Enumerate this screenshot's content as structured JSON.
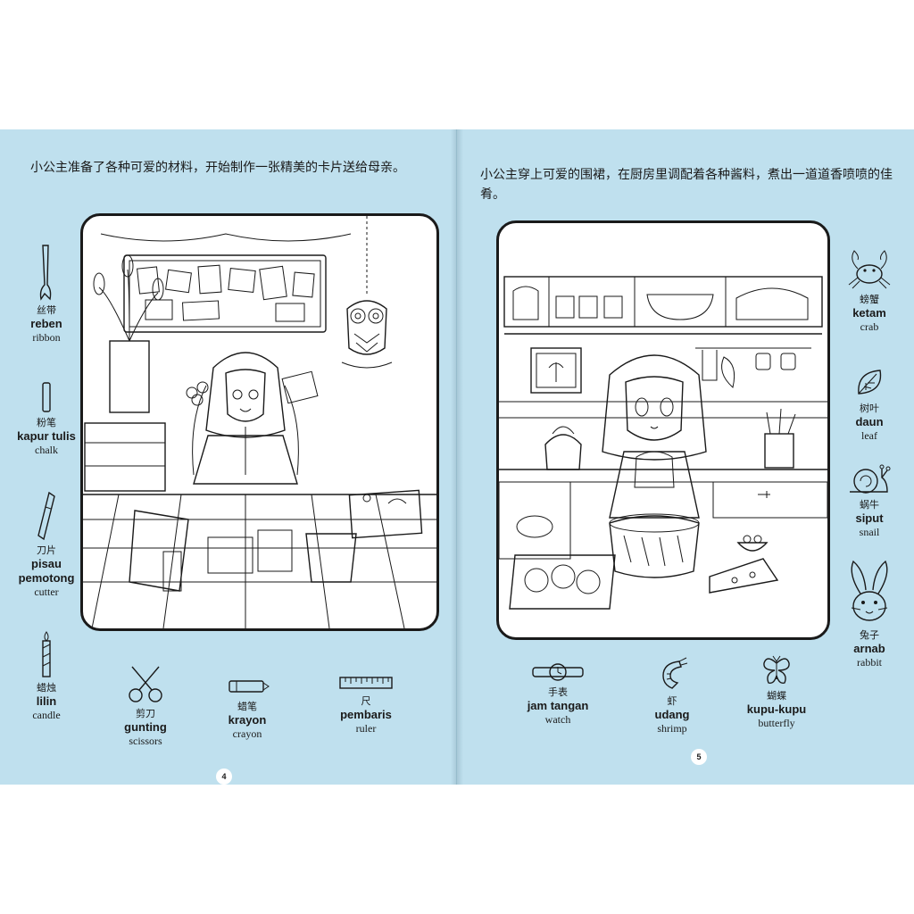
{
  "left_page": {
    "intro": "小公主准备了各种可爱的材料，开始制作一张精美的卡片送给母亲。",
    "page_number": "4",
    "vocab": [
      {
        "zh": "丝带",
        "ms": "reben",
        "en": "ribbon",
        "icon": "ribbon-icon"
      },
      {
        "zh": "粉笔",
        "ms": "kapur tulis",
        "en": "chalk",
        "icon": "chalk-icon"
      },
      {
        "zh": "刀片",
        "ms": "pisau pemotong",
        "en": "cutter",
        "icon": "cutter-icon"
      },
      {
        "zh": "蜡烛",
        "ms": "lilin",
        "en": "candle",
        "icon": "candle-icon"
      },
      {
        "zh": "剪刀",
        "ms": "gunting",
        "en": "scissors",
        "icon": "scissors-icon"
      },
      {
        "zh": "蜡笔",
        "ms": "krayon",
        "en": "crayon",
        "icon": "crayon-icon"
      },
      {
        "zh": "尺",
        "ms": "pembaris",
        "en": "ruler",
        "icon": "ruler-icon"
      }
    ]
  },
  "right_page": {
    "intro": "小公主穿上可爱的围裙，在厨房里调配着各种酱料，煮出一道道香喷喷的佳肴。",
    "page_number": "5",
    "vocab": [
      {
        "zh": "螃蟹",
        "ms": "ketam",
        "en": "crab",
        "icon": "crab-icon"
      },
      {
        "zh": "树叶",
        "ms": "daun",
        "en": "leaf",
        "icon": "leaf-icon"
      },
      {
        "zh": "蜗牛",
        "ms": "siput",
        "en": "snail",
        "icon": "snail-icon"
      },
      {
        "zh": "兔子",
        "ms": "arnab",
        "en": "rabbit",
        "icon": "rabbit-icon"
      },
      {
        "zh": "手表",
        "ms": "jam tangan",
        "en": "watch",
        "icon": "watch-icon"
      },
      {
        "zh": "虾",
        "ms": "udang",
        "en": "shrimp",
        "icon": "shrimp-icon"
      },
      {
        "zh": "蝴蝶",
        "ms": "kupu-kupu",
        "en": "butterfly",
        "icon": "butterfly-icon"
      }
    ]
  },
  "colors": {
    "page_bg": "#bfe0ee",
    "ink": "#1a1a1a",
    "frame_fill": "#ffffff"
  }
}
